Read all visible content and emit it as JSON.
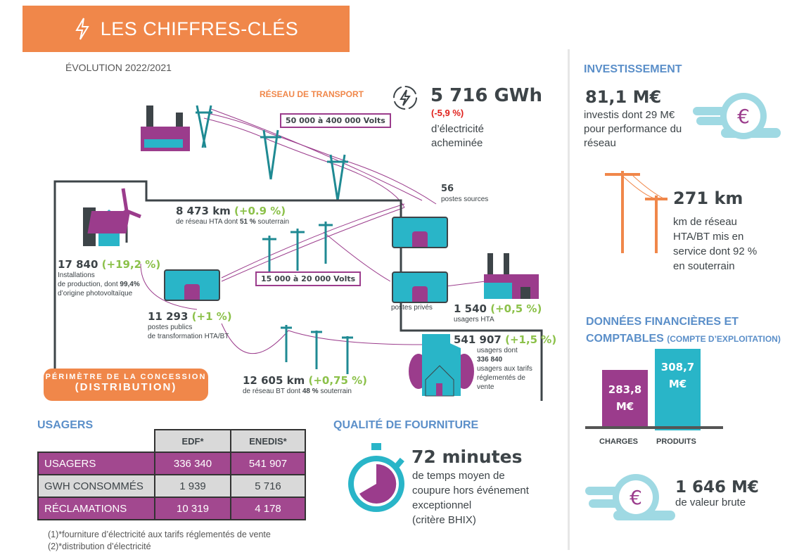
{
  "header": {
    "title": "LES CHIFFRES-CLÉS",
    "subtitle": "ÉVOLUTION 2022/2021"
  },
  "transport": {
    "title": "RÉSEAU DE TRANSPORT",
    "voltage": "50 000 à 400 000 Volts",
    "energy": "5 716 GWh",
    "energy_change": "(-5,9 %)",
    "energy_desc1": "d’électricité",
    "energy_desc2": "acheminée"
  },
  "distribution": {
    "postes_sources_value": "56",
    "postes_sources_label": "postes sources",
    "hta_km": "8 473 km",
    "hta_change": "(+0.9 %)",
    "hta_desc_a": "de réseau HTA dont ",
    "hta_desc_b": "51 %",
    "hta_desc_c": " souterrain",
    "prod_value": "17 840",
    "prod_change": "(+19,2 %)",
    "prod_desc1": "Installations",
    "prod_desc2a": "de production, dont ",
    "prod_desc2b": "99,4%",
    "prod_desc3": "d’origine photovoltaïque",
    "hta_voltage": "15 000 à 20 000 Volts",
    "postes_publics_value": "11 293",
    "postes_publics_change": "(+1 %)",
    "postes_publics_desc1": "postes publics",
    "postes_publics_desc2": "de transformation HTA/BT",
    "postes_prives": "postes privés",
    "usagers_hta_value": "1 540",
    "usagers_hta_change": "(+0,5 %)",
    "usagers_hta_label": "usagers HTA",
    "usagers_value": "541 907",
    "usagers_change": "(+1,5 %)",
    "usagers_desc1": "usagers dont",
    "usagers_desc2": "336 840",
    "usagers_desc3": "usagers aux tarifs",
    "usagers_desc4": "réglementés de",
    "usagers_desc5": "vente",
    "bt_km": "12 605 km",
    "bt_change": "(+0,75 %)",
    "bt_desc_a": "de réseau BT dont ",
    "bt_desc_b": "48 %",
    "bt_desc_c": " souterrain",
    "perimeter1": "PÉRIMÈTRE DE LA CONCESSION",
    "perimeter2": "(DISTRIBUTION)"
  },
  "usagers_table": {
    "title": "USAGERS",
    "headers": [
      "EDF*",
      "ENEDIS*"
    ],
    "rows": [
      {
        "label": "USAGERS",
        "edf": "336 340",
        "enedis": "541 907"
      },
      {
        "label": "GWH CONSOMMÉS",
        "edf": "1 939",
        "enedis": "5 716"
      },
      {
        "label": "RÉCLAMATIONS",
        "edf": "10 319",
        "enedis": "4 178"
      }
    ],
    "note1": "(1)*fourniture d’électricité aux tarifs réglementés de vente",
    "note2": "(2)*distribution d’électricité"
  },
  "qualite": {
    "title": "QUALITÉ DE FOURNITURE",
    "value": "72 minutes",
    "desc1": "de temps moyen de",
    "desc2": "coupure hors événement",
    "desc3": "exceptionnel",
    "desc4": "(critère BHIX)"
  },
  "investissement": {
    "title": "INVESTISSEMENT",
    "value": "81,1 M€",
    "desc1": "investis dont 29 M€",
    "desc2": "pour performance du",
    "desc3": "réseau",
    "km_value": "271 km",
    "km_desc1": "km de réseau",
    "km_desc2": "HTA/BT mis en",
    "km_desc3": "service dont 92 %",
    "km_desc4": "en souterrain"
  },
  "finances": {
    "title1": "DONNÉES FINANCIÈRES ET",
    "title2": "COMPTABLES",
    "title_small": "(COMPTE D’EXPLOITATION)",
    "charges_value": "283,8",
    "charges_unit": "M€",
    "charges_label": "CHARGES",
    "produits_value": "308,7",
    "produits_unit": "M€",
    "produits_label": "PRODUITS",
    "brut_value": "1 646 M€",
    "brut_desc": "de valeur brute"
  },
  "colors": {
    "orange": "#f0874a",
    "teal": "#29b5c8",
    "purple": "#9b3c8c",
    "green": "#8cc14a",
    "blue": "#5b8fc9",
    "red": "#e0201b"
  }
}
